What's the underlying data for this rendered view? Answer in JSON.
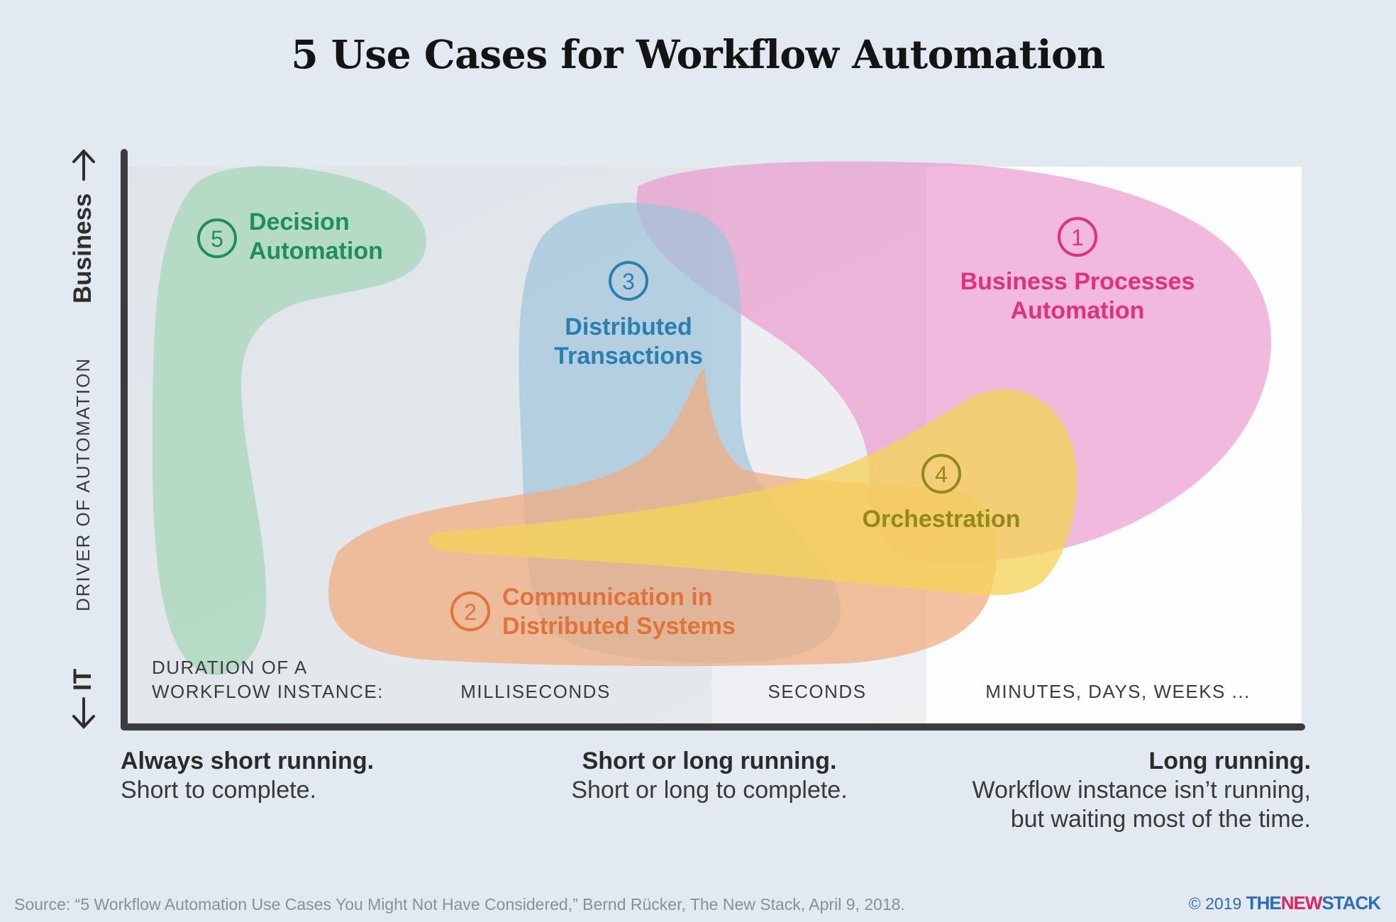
{
  "title": "5 Use Cases for Workflow Automation",
  "y_axis": {
    "label": "DRIVER OF AUTOMATION",
    "top": "Business",
    "bottom": "IT"
  },
  "x_axis": {
    "label_line1": "DURATION OF A",
    "label_line2": "WORKFLOW INSTANCE:",
    "bands": [
      "MILLISECONDS",
      "SECONDS",
      "MINUTES, DAYS, WEEKS ..."
    ]
  },
  "use_cases": [
    {
      "number": "1",
      "line1": "Business Processes",
      "line2": "Automation",
      "color": "#e0307e"
    },
    {
      "number": "2",
      "line1": "Communication in",
      "line2": "Distributed Systems",
      "color": "#e0733a"
    },
    {
      "number": "3",
      "line1": "Distributed",
      "line2": "Transactions",
      "color": "#2a7fb0"
    },
    {
      "number": "4",
      "line1": "Orchestration",
      "line2": "",
      "color": "#8f8a1a"
    },
    {
      "number": "5",
      "line1": "Decision",
      "line2": "Automation",
      "color": "#1e8f5a"
    }
  ],
  "bottom_labels": [
    {
      "strong": "Always short running.",
      "line1": "Short to complete.",
      "line2": ""
    },
    {
      "strong": "Short or long running.",
      "line1": "Short or long to complete.",
      "line2": ""
    },
    {
      "strong": "Long running.",
      "line1": "Workflow instance isn’t running,",
      "line2": "but waiting most of the time."
    }
  ],
  "source": "Source: “5 Workflow Automation Use Cases You Might Not Have Considered,” Bernd Rücker, The New Stack, April 9, 2018.",
  "copyright": {
    "year": "© 2019",
    "brand_a": "THE",
    "brand_b": "NEW",
    "brand_c": "STACK"
  }
}
